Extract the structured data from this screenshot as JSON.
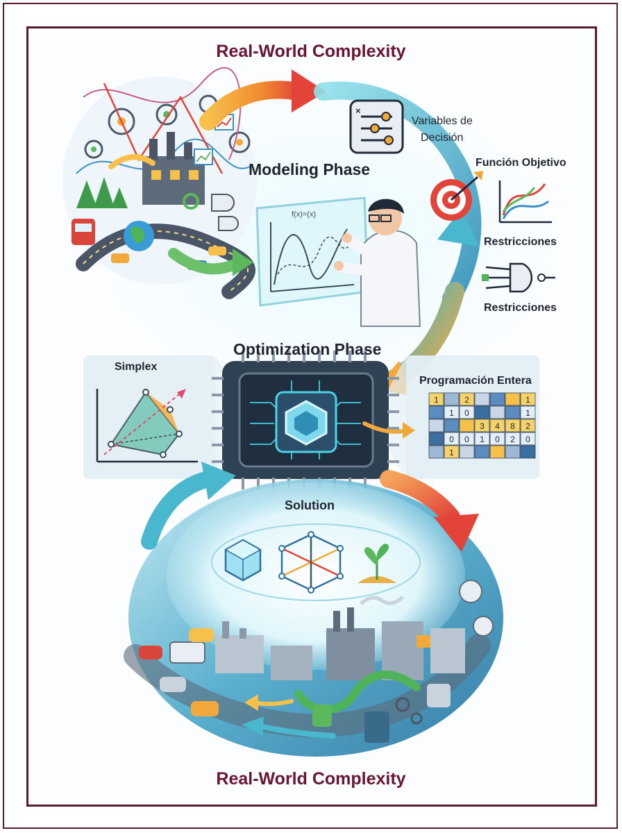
{
  "titles": {
    "top": "Real-World Complexity",
    "bottom": "Real-World Complexity"
  },
  "phases": {
    "modeling": "Modeling Phase",
    "optimization": "Optimization Phase",
    "solution": "Solution"
  },
  "model_components": {
    "variables_line1": "Variables de",
    "variables_line2": "Decisión",
    "objective": "Función Objetivo",
    "constraints_1": "Restricciones",
    "constraints_2": "Restricciones"
  },
  "methods": {
    "simplex": "Simplex",
    "integer_programming": "Programación Entera"
  },
  "board_formula": "f(x)=(x)",
  "integer_grid": [
    [
      "1",
      "",
      "2",
      "",
      "",
      "",
      "1"
    ],
    [
      "",
      "1",
      "0",
      "",
      "",
      "",
      "1"
    ],
    [
      "",
      "",
      "",
      "3",
      "4",
      "8",
      "2"
    ],
    [
      "",
      "0",
      "0",
      "1",
      "0",
      "2",
      "0"
    ],
    [
      "",
      "1",
      "",
      "",
      "",
      "",
      ""
    ]
  ],
  "colors": {
    "title": "#6a1530",
    "frame": "#5b1a2b",
    "flow_teal": "#3fb6c9",
    "flow_orange": "#f39a2b",
    "flow_red": "#e2443a"
  },
  "icons": [
    "slider-icon",
    "target-icon",
    "chart-icon",
    "logic-gate-icon",
    "cpu-chip-icon",
    "crystal-icon",
    "network-cube-icon",
    "sprout-icon"
  ]
}
